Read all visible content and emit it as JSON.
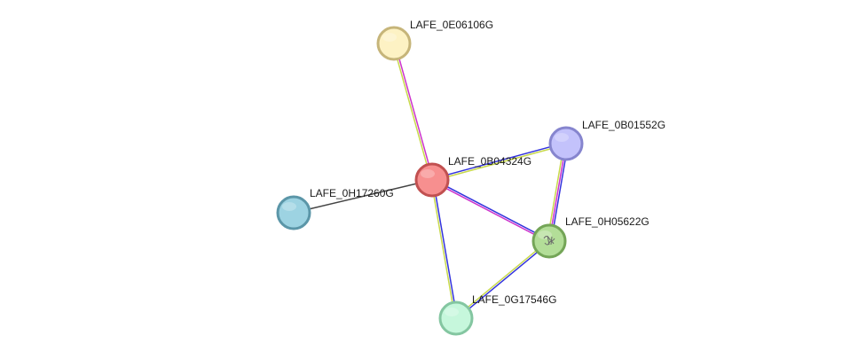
{
  "network": {
    "nodes": [
      {
        "id": "n1",
        "label": "LAFE_0E06106G",
        "fill": "#fdf2c4",
        "stroke": "#c6b57a"
      },
      {
        "id": "n2",
        "label": "LAFE_0B04324G",
        "fill": "#f78f8f",
        "stroke": "#c15050"
      },
      {
        "id": "n3",
        "label": "LAFE_0B01552G",
        "fill": "#c3c2fb",
        "stroke": "#8685ce"
      },
      {
        "id": "n4",
        "label": "LAFE_0H17260G",
        "fill": "#9dd3e2",
        "stroke": "#5b96a8"
      },
      {
        "id": "n5",
        "label": "LAFE_0H05622G",
        "fill": "#b3de98",
        "stroke": "#74a557",
        "has_structure_image": true
      },
      {
        "id": "n6",
        "label": "LAFE_0G17546G",
        "fill": "#c6f7dc",
        "stroke": "#84c6a1"
      }
    ],
    "edges": [
      {
        "from": "n1",
        "to": "n2",
        "colors": [
          "#cc33cc",
          "#c8d94c"
        ]
      },
      {
        "from": "n2",
        "to": "n3",
        "colors": [
          "#3333dd",
          "#c8d94c"
        ]
      },
      {
        "from": "n2",
        "to": "n4",
        "colors": [
          "#444444"
        ]
      },
      {
        "from": "n2",
        "to": "n5",
        "colors": [
          "#3333dd",
          "#cc33cc"
        ]
      },
      {
        "from": "n2",
        "to": "n6",
        "colors": [
          "#3333dd",
          "#c8d94c"
        ]
      },
      {
        "from": "n3",
        "to": "n5",
        "colors": [
          "#3333dd",
          "#cc33cc",
          "#c8d94c"
        ]
      },
      {
        "from": "n5",
        "to": "n6",
        "colors": [
          "#3333dd",
          "#c8d94c"
        ]
      }
    ]
  }
}
